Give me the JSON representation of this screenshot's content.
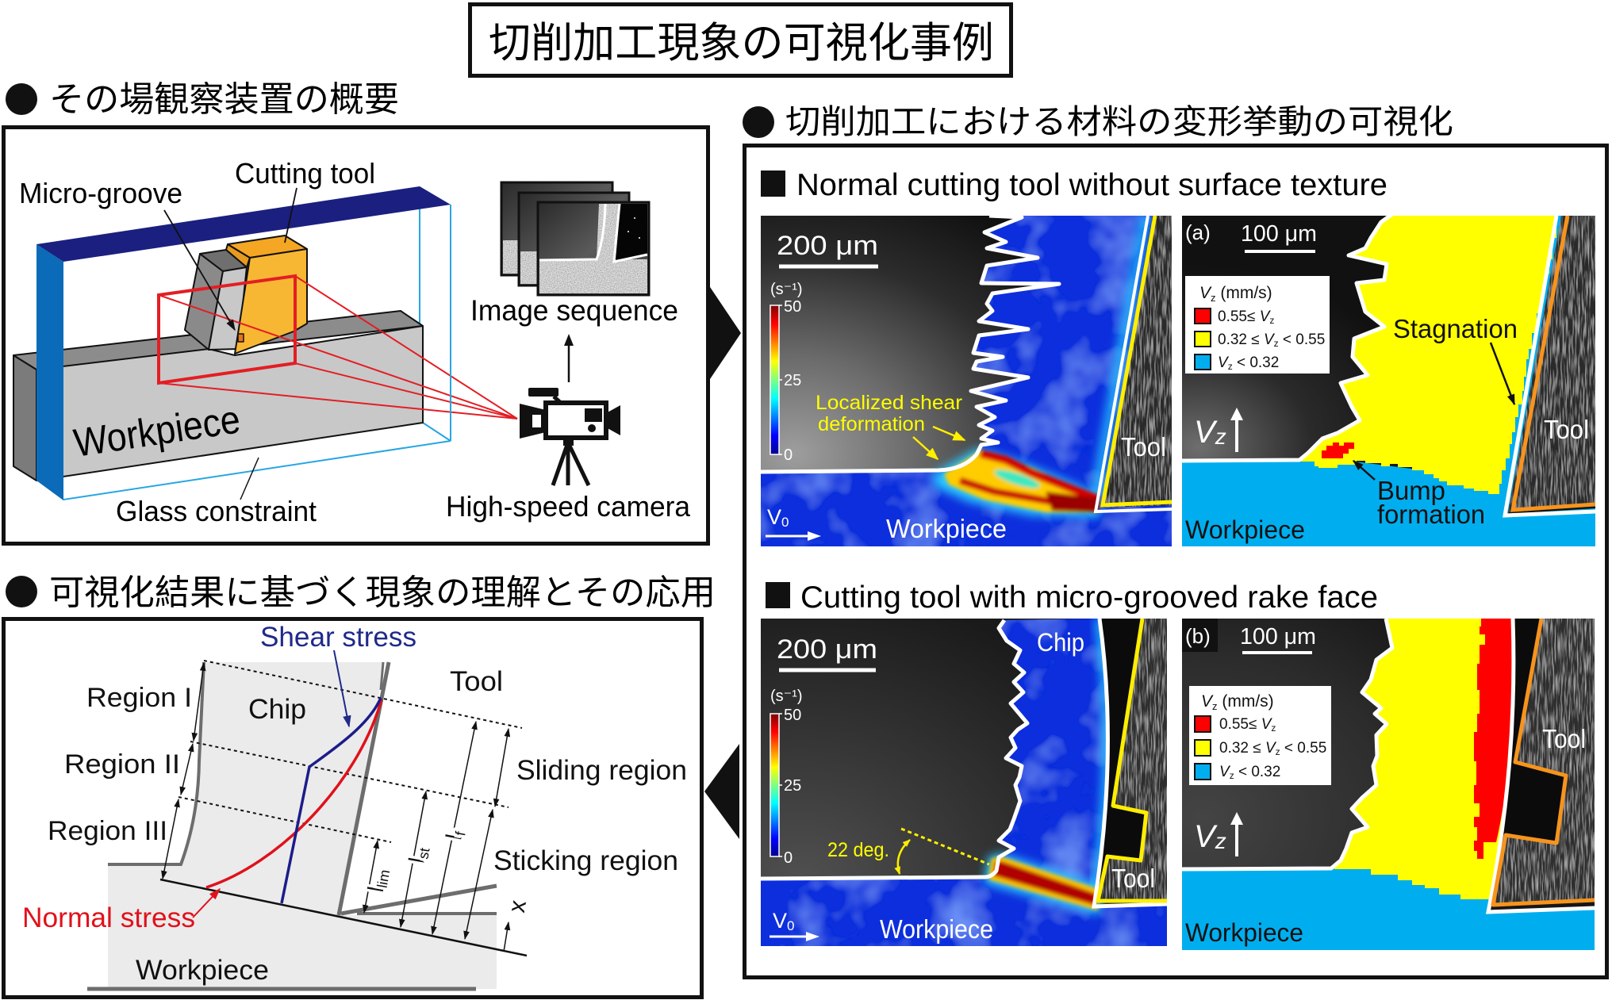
{
  "page": {
    "title": "切削加工現象の可視化事例"
  },
  "icons": {
    "section_bullet": "filled-circle-bullet",
    "subsection_marker": "filled-square-bullet",
    "flow_setup_to_visualization": "triangle-right",
    "flow_visualization_to_application": "triangle-left",
    "camera": "video-camera-on-tripod",
    "image_stack": "stacked-image-frames"
  },
  "setup": {
    "heading": "その場観察装置の概要",
    "labels": {
      "micro_groove": "Micro-groove",
      "cutting_tool": "Cutting tool",
      "workpiece": "Workpiece",
      "glass_constraint": "Glass constraint",
      "image_sequence": "Image sequence",
      "high_speed_camera": "High-speed camera"
    },
    "colors": {
      "constraint_frame_top": "#1b1f7f",
      "constraint_frame_side": "#0b6bb8",
      "glass_edge": "#27a6e2",
      "workpiece": "#c8c8c8",
      "cutting_tool": "#f8b733",
      "observation_window": "#e31e24"
    }
  },
  "visualization": {
    "heading": "切削加工における材料の変形挙動の可視化",
    "cases": [
      {
        "heading": "Normal cutting tool without surface texture",
        "strain_rate_map": {
          "scale_bar": "200 μm",
          "colorbar_unit": "(s⁻¹)",
          "colorbar_ticks": [
            "50",
            "25",
            "0"
          ],
          "annotation_lines": [
            "Localized shear",
            "deformation"
          ],
          "tool_label": "Tool",
          "workpiece_label": "Workpiece",
          "velocity": {
            "symbol": "V",
            "subscript": "0"
          }
        },
        "velocity_map": {
          "panel_label": "(a)",
          "scale_bar": "100 μm",
          "legend": {
            "title": {
              "symbol": "V",
              "subscript": "z",
              "unit": " (mm/s)"
            },
            "entries": [
              {
                "prefix": "0.55≤ ",
                "symbol": "V",
                "subscript": "z",
                "color": "#ff0000"
              },
              {
                "prefix": "0.32 ≤ ",
                "symbol": "V",
                "subscript": "z",
                "suffix": " < 0.55",
                "color": "#ffff00"
              },
              {
                "symbol": "V",
                "subscript": "z",
                "suffix": " < 0.32",
                "color": "#00aeef"
              }
            ]
          },
          "stagnation_label": "Stagnation",
          "bump_label_lines": [
            "Bump",
            "formation"
          ],
          "tool_label": "Tool",
          "workpiece_label": "Workpiece",
          "velocity": {
            "symbol": "V",
            "subscript": "z"
          }
        }
      },
      {
        "heading": "Cutting tool with micro-grooved rake face",
        "strain_rate_map": {
          "scale_bar": "200 μm",
          "colorbar_unit": "(s⁻¹)",
          "colorbar_ticks": [
            "50",
            "25",
            "0"
          ],
          "chip_label": "Chip",
          "angle_label": "22 deg.",
          "tool_label": "Tool",
          "workpiece_label": "Workpiece",
          "velocity": {
            "symbol": "V",
            "subscript": "0"
          }
        },
        "velocity_map": {
          "panel_label": "(b)",
          "scale_bar": "100 μm",
          "legend": {
            "title": {
              "symbol": "V",
              "subscript": "z",
              "unit": " (mm/s)"
            },
            "entries": [
              {
                "prefix": "0.55≤ ",
                "symbol": "V",
                "subscript": "z",
                "color": "#ff0000"
              },
              {
                "prefix": "0.32 ≤ ",
                "symbol": "V",
                "subscript": "z",
                "suffix": " < 0.55",
                "color": "#ffff00"
              },
              {
                "symbol": "V",
                "subscript": "z",
                "suffix": " < 0.32",
                "color": "#00aeef"
              }
            ]
          },
          "tool_label": "Tool",
          "workpiece_label": "Workpiece",
          "velocity": {
            "symbol": "V",
            "subscript": "z"
          }
        }
      }
    ]
  },
  "application": {
    "heading": "可視化結果に基づく現象の理解とその応用",
    "labels": {
      "shear_stress": "Shear stress",
      "tool": "Tool",
      "region_1": "Region I",
      "chip": "Chip",
      "region_2": "Region II",
      "sliding_region": "Sliding region",
      "region_3": "Region III",
      "sticking_region": "Sticking region",
      "normal_stress": "Normal stress",
      "workpiece": "Workpiece"
    },
    "contact_lengths": [
      {
        "symbol": "l",
        "subscript": "lim"
      },
      {
        "symbol": "l",
        "subscript": "st"
      },
      {
        "symbol": "l",
        "subscript": "f"
      }
    ],
    "axis_label": "x",
    "colors": {
      "shear_stress": "#1f2a8a",
      "normal_stress": "#e0111b"
    }
  }
}
